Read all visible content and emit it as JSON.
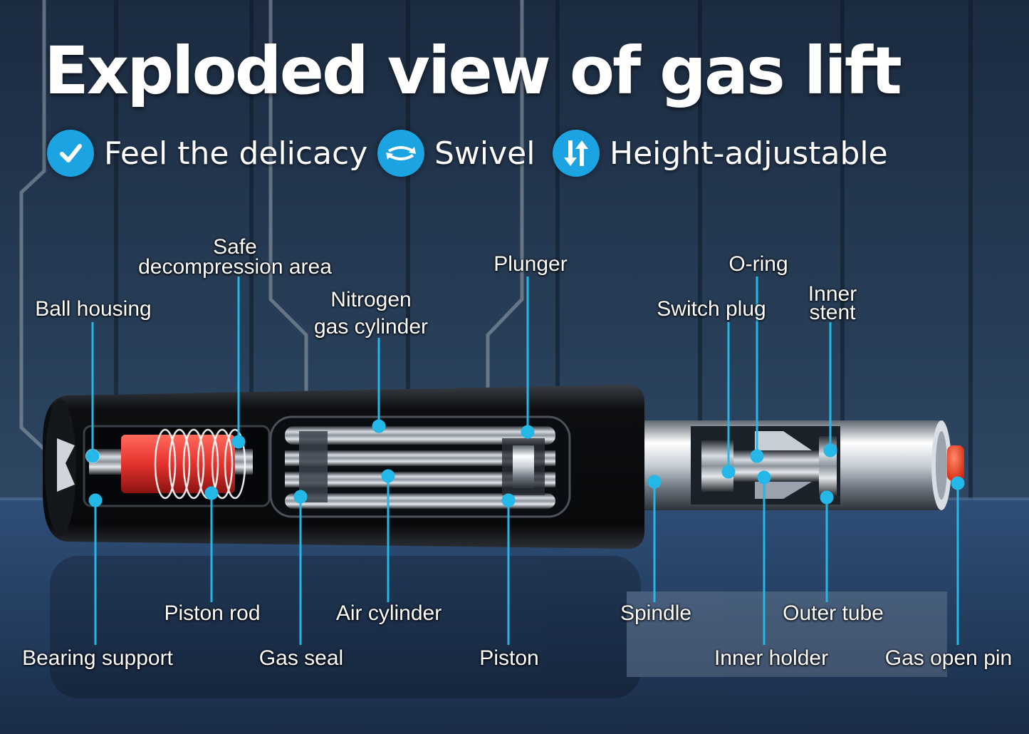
{
  "title": "Exploded view of gas lift",
  "features": [
    {
      "icon": "check-icon",
      "label": "Feel the delicacy"
    },
    {
      "icon": "swivel-icon",
      "label": "Swivel"
    },
    {
      "icon": "up-down-arrows-icon",
      "label": "Height-adjustable"
    }
  ],
  "parts": {
    "safe_decompression_area": {
      "line1": "Safe",
      "line2": "decompression area"
    },
    "ball_housing": "Ball housing",
    "nitrogen_gas_cylinder": {
      "line1": "Nitrogen",
      "line2": "gas cylinder"
    },
    "plunger": "Plunger",
    "switch_plug": "Switch plug",
    "o_ring": "O-ring",
    "inner_stent": {
      "line1": "Inner",
      "line2": "stent"
    },
    "piston_rod": "Piston rod",
    "air_cylinder": "Air cylinder",
    "spindle": "Spindle",
    "outer_tube": "Outer tube",
    "bearing_support": "Bearing support",
    "gas_seal": "Gas seal",
    "piston": "Piston",
    "inner_holder": "Inner holder",
    "gas_open_pin": "Gas open pin"
  },
  "colors": {
    "accent": "#1ca3e2",
    "leader": "#23b8e8",
    "spring": "#e5322d",
    "pin": "#ff3b1f"
  }
}
